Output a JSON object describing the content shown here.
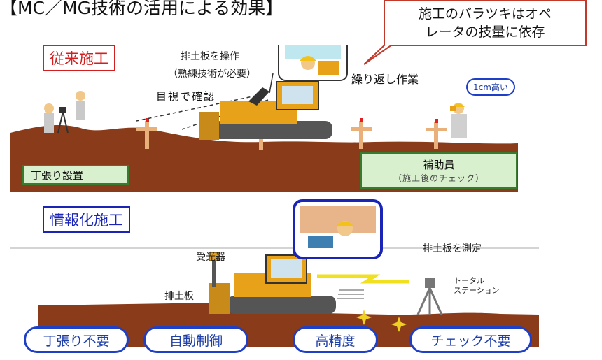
{
  "title": "【MC／MG技術の活用による効果】",
  "callout": "施工のバラツキはオペ\nレータの技量に依存",
  "traditional": {
    "label": "従来施工",
    "blade_operation": "排土板を操作",
    "skill_required": "（熟練技術が必要）",
    "repeat_work": "繰り返し作業",
    "visual_check": "目視で確認",
    "height_bubble": "1cm高い",
    "stake_setup": "丁張り設置",
    "assistant": "補助員",
    "assistant_note": "（施工後のチェック）"
  },
  "ict": {
    "label": "情報化施工",
    "receiver": "受光器",
    "blade_measure": "排土板を測定",
    "blade": "排土板",
    "total_station": "トータル\nステーション",
    "pills": [
      "丁張り不要",
      "自動制御",
      "高精度",
      "チェック不要"
    ]
  },
  "colors": {
    "soil": "#8a3b1a",
    "dozer_yellow": "#e8a21a",
    "traditional_red": "#d21f1f",
    "ict_blue": "#1a25b8",
    "pill_blue": "#1e40c8",
    "callout_red": "#c0392b"
  }
}
